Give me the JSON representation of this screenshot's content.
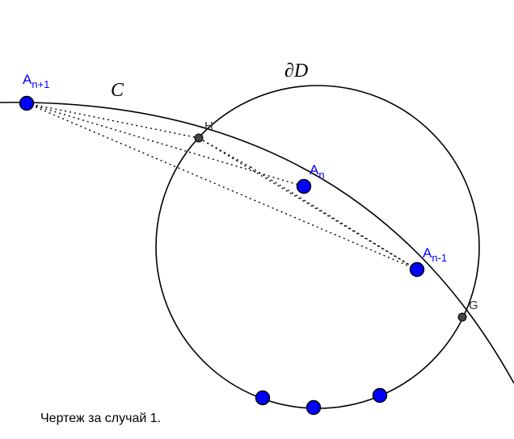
{
  "labels": {
    "curve_c": "C",
    "boundary_d": "∂D",
    "point_h": "H",
    "point_g": "G",
    "a_np1_base": "A",
    "a_np1_sub": "n+1",
    "a_n_base": "A",
    "a_n_sub": "n",
    "a_nm1_base": "A",
    "a_nm1_sub": "n-1"
  },
  "caption": "Чертеж за случай 1.",
  "colors": {
    "point_fill": "#0000ff",
    "label_blue": "#0000ff",
    "aux_point": "#444444",
    "stroke": "#000000"
  }
}
